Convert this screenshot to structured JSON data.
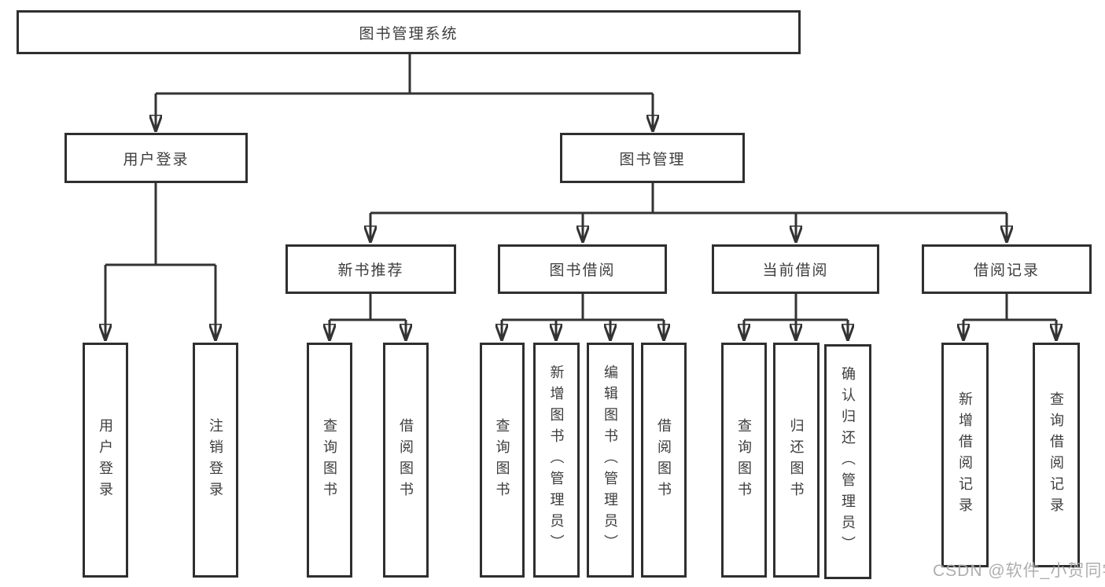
{
  "diagram": {
    "root": {
      "label": "图书管理系统"
    },
    "level2": [
      {
        "label": "用户登录"
      },
      {
        "label": "图书管理"
      }
    ],
    "level3": [
      {
        "label": "新书推荐"
      },
      {
        "label": "图书借阅"
      },
      {
        "label": "当前借阅"
      },
      {
        "label": "借阅记录"
      }
    ],
    "leaves": {
      "user_login": [
        "用户登录",
        "注销登录"
      ],
      "new_books": [
        "查询图书",
        "借阅图书"
      ],
      "book_borrow": [
        "查询图书",
        "新增图书（管理员）",
        "编辑图书（管理员）",
        "借阅图书"
      ],
      "current_borrow": [
        "查询图书",
        "归还图书",
        "确认归还（管理员）"
      ],
      "borrow_records": [
        "新增借阅记录",
        "查询借阅记录"
      ]
    },
    "watermark": "CSDN @软件_小贺同学",
    "colors": {
      "line": "#333333",
      "border": "#2f2f2f",
      "text": "#3d3d3d",
      "watermark": "#a8a8a8",
      "background": "#ffffff"
    }
  }
}
